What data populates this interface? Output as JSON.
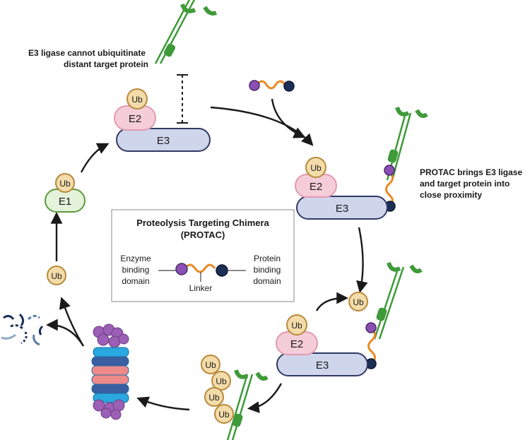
{
  "labels": {
    "ub": "Ub",
    "e1": "E1",
    "e2": "E2",
    "e3": "E3",
    "note_distant_line1": "E3 ligase cannot ubiquitinate",
    "note_distant_line2": "distant target protein",
    "note_protac_line1": "PROTAC brings E3 ligase",
    "note_protac_line2": "and target protein into",
    "note_protac_line3": "close proximity"
  },
  "legend": {
    "title_line1": "Proteolysis Targeting Chimera",
    "title_line2": "(PROTAC)",
    "enzyme_line1": "Enzyme",
    "enzyme_line2": "binding",
    "enzyme_line3": "domain",
    "protein_line1": "Protein",
    "protein_line2": "binding",
    "protein_line3": "domain",
    "linker": "Linker"
  },
  "colors": {
    "ub_fill": "#f3dcaa",
    "ub_stroke": "#b98a3c",
    "e1_fill": "#e4f3da",
    "e1_stroke": "#5c9a3e",
    "e2_fill": "#f4cdd9",
    "e2_stroke": "#e39ab0",
    "e3_fill": "#cfd5ea",
    "e3_stroke": "#2f3a66",
    "receptor": "#3f9a3a",
    "linker": "#e88a23",
    "enzyme_ligand": "#8b4fb4",
    "protein_ligand": "#1c2f57",
    "arrow": "#1a1a1a"
  }
}
